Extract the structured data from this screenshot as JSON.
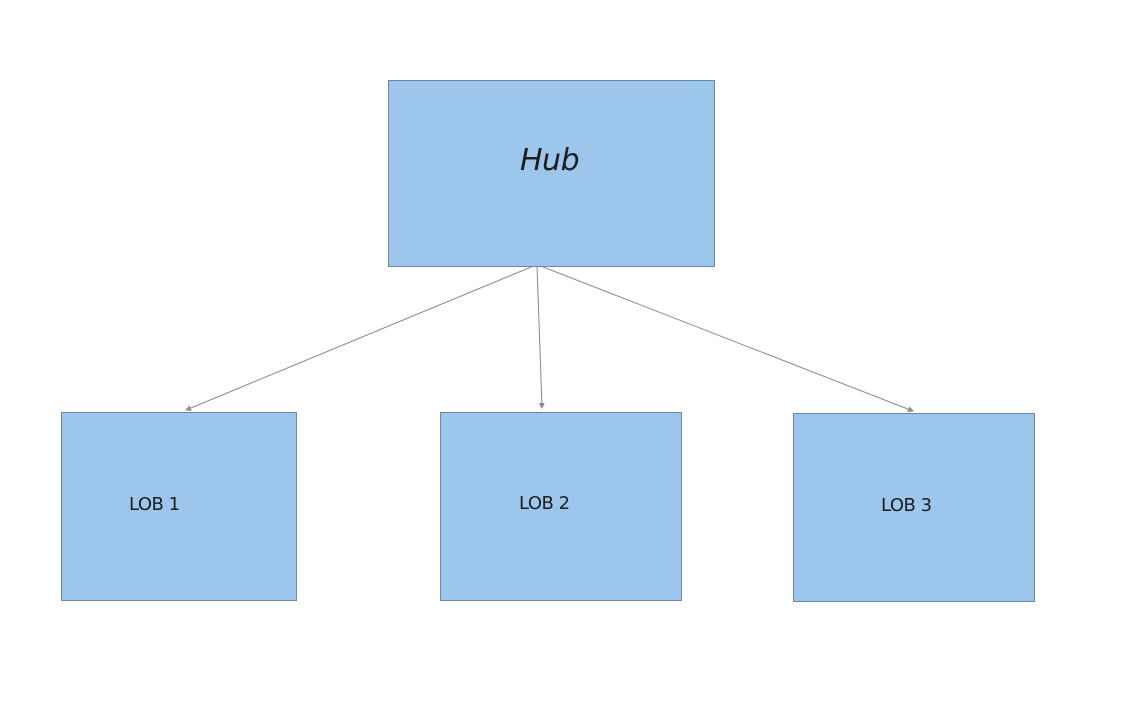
{
  "diagram": {
    "node_fill": "#9dc6ec",
    "node_border": "#6f87a3",
    "connector_color": "#8a8a8a",
    "hub": {
      "label": "Hub"
    },
    "lobs": [
      {
        "label": "LOB 1"
      },
      {
        "label": "LOB 2"
      },
      {
        "label": "LOB 3"
      }
    ],
    "edges": [
      {
        "from": "Hub",
        "to": "LOB 1"
      },
      {
        "from": "Hub",
        "to": "LOB 2"
      },
      {
        "from": "Hub",
        "to": "LOB 3"
      }
    ]
  }
}
